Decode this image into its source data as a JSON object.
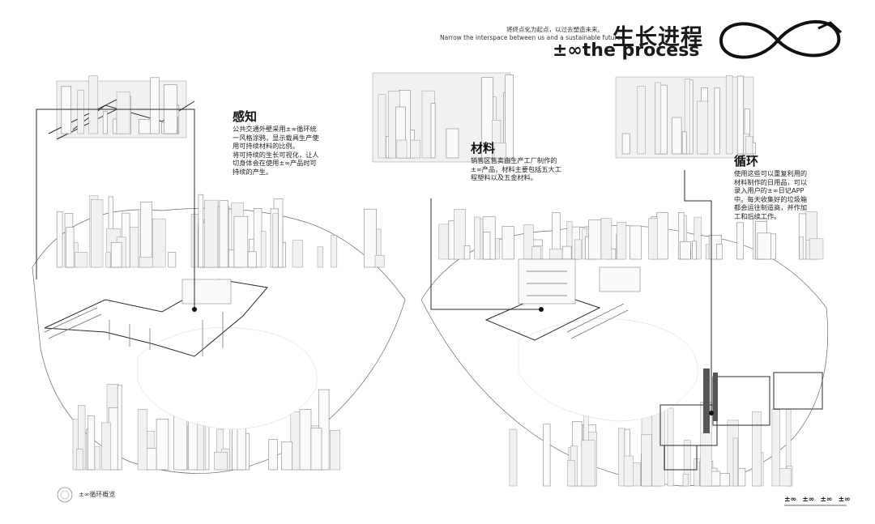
{
  "header": {
    "subtitle_cn": "将终点化为起点，以过去塑造未来。",
    "subtitle_en": "Narrow the interspace between us and a sustainable future.",
    "title_cn": "生长进程",
    "title_en": "±∞the process"
  },
  "sections": {
    "perception": {
      "title": "感知",
      "desc": [
        "公共交通外壁采用±∞循环统",
        "一风格涂鸦，显示载具生产使",
        "用可持续材料的比例。",
        "将可持续的生长可视化，让人",
        "切身体会在使用±∞产品时可",
        "持续的产生。"
      ]
    },
    "material": {
      "title": "材料",
      "desc": [
        "销售区售卖由生产工厂制作的",
        "±∞产品，材料主要包括五大工",
        "程塑料以及五金材料。"
      ]
    },
    "cycle": {
      "title": "循环",
      "desc": [
        "使用这些可以重复利用的",
        "材料制作的日用品，可以",
        "录入用户的±∞日记APP",
        "中。每天收集好的垃圾箱",
        "都会运往制造商，并作加",
        "工和后续工作。"
      ]
    }
  },
  "footer": {
    "caption": "±∞循环概览",
    "marks": [
      "±∞",
      "±∞",
      "±∞",
      "±∞"
    ]
  },
  "colors": {
    "ink": "#111111",
    "line": "#6a6a6a",
    "bg": "#ffffff"
  }
}
